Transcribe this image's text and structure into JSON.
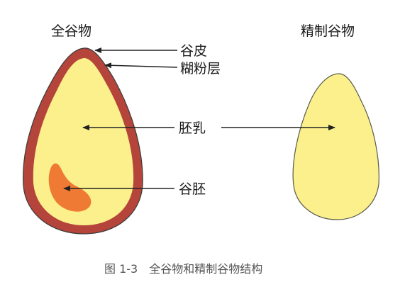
{
  "titles": {
    "whole_grain": "全谷物",
    "refined_grain": "精制谷物"
  },
  "labels": {
    "bran": "谷皮",
    "aleurone": "糊粉层",
    "endosperm": "胚乳",
    "germ": "谷胚"
  },
  "caption": "图 1-3　全谷物和精制谷物结构",
  "colors": {
    "bran": "#b5453a",
    "endosperm": "#fbf08c",
    "germ": "#ef7a33",
    "outline": "#3a3a3a",
    "text": "#1a1a1a",
    "caption": "#555555"
  }
}
